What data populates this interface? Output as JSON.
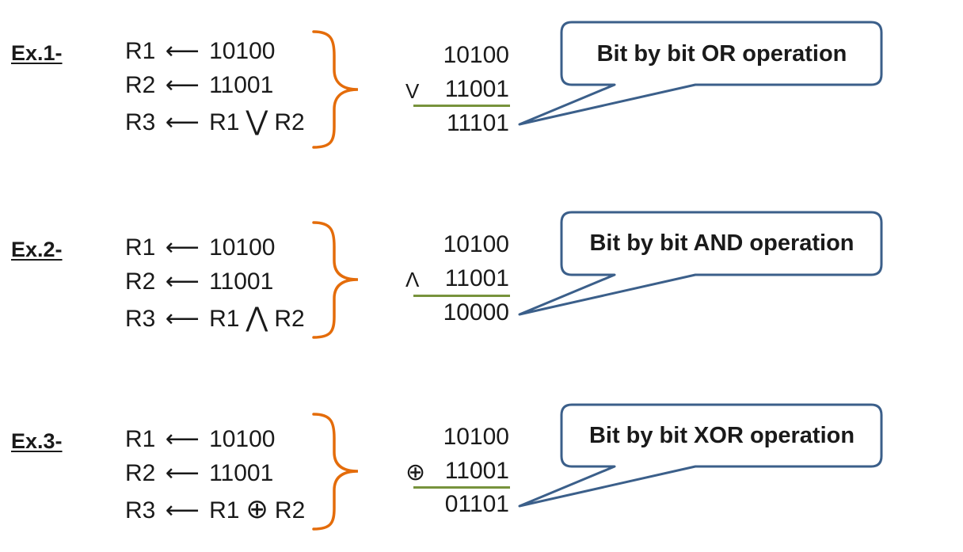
{
  "arrow": "⟵",
  "examples": [
    {
      "label": "Ex.1-",
      "r1_name": "R1",
      "r1_value": "10100",
      "r2_name": "R2",
      "r2_value": "11001",
      "r3_name": "R3",
      "r3_lhs": "R1",
      "r3_op": "⋁",
      "r3_rhs": "R2",
      "operand1": "10100",
      "operator": "V",
      "operand2": "11001",
      "result": "11101",
      "callout": "Bit by bit OR operation"
    },
    {
      "label": "Ex.2-",
      "r1_name": "R1",
      "r1_value": "10100",
      "r2_name": "R2",
      "r2_value": "11001",
      "r3_name": "R3",
      "r3_lhs": "R1",
      "r3_op": "⋀",
      "r3_rhs": "R2",
      "operand1": "10100",
      "operator": "Λ",
      "operand2": "11001",
      "result": "10000",
      "callout": "Bit by bit AND operation"
    },
    {
      "label": "Ex.3-",
      "r1_name": "R1",
      "r1_value": "10100",
      "r2_name": "R2",
      "r2_value": "11001",
      "r3_name": "R3",
      "r3_lhs": "R1",
      "r3_op": "⊕",
      "r3_rhs": "R2",
      "operand1": "10100",
      "operator": "⊕",
      "operand2": "11001",
      "result": "01101",
      "callout": "Bit by bit XOR operation"
    }
  ],
  "colors": {
    "brace": "#e46c0a",
    "callout_border": "#3b5f8a",
    "underline": "#77933c",
    "text": "#1a1a1a"
  }
}
